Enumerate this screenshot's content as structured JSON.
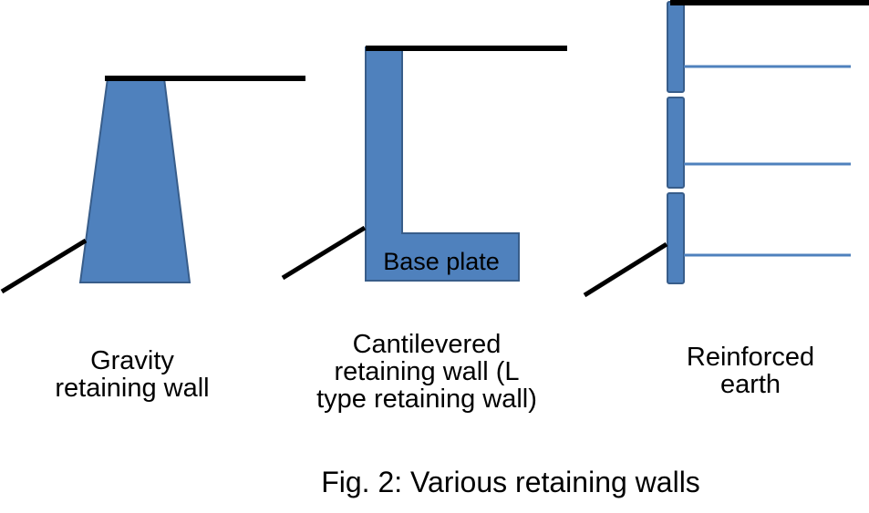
{
  "colors": {
    "wall_fill": "#4f81bd",
    "wall_stroke": "#385d8a",
    "reinforcement_strip": "#4f81bd",
    "ground_line": "#000000"
  },
  "diagrams": {
    "gravity": {
      "label_lines": [
        "Gravity",
        "retaining wall"
      ]
    },
    "cantilevered": {
      "label_lines": [
        "Cantilevered",
        "retaining wall (L",
        "type retaining wall)"
      ],
      "base_plate_label": "Base plate"
    },
    "reinforced": {
      "label_lines": [
        "Reinforced",
        "earth"
      ],
      "panel_count": 3,
      "strip_count": 3
    }
  },
  "caption": "Fig. 2: Various retaining walls"
}
